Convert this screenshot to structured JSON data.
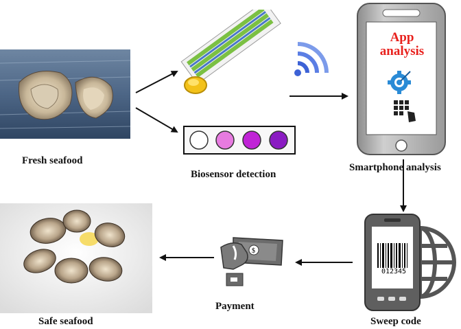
{
  "labels": {
    "fresh_seafood": "Fresh seafood",
    "biosensor_detection": "Biosensor detection",
    "smartphone_analysis": "Smartphone  analysis",
    "safe_seafood": "Safe seafood",
    "payment": "Payment",
    "sweep_code": "Sweep code"
  },
  "phone_screen": {
    "app_line1": "App",
    "app_line2": "analysis"
  },
  "barcode_number": "012345",
  "colors": {
    "app_text": "#e8211d",
    "strip_green": "#7bc043",
    "strip_blue": "#4a78c8",
    "wifi_blue": "#3d62d6",
    "phone_body": "#b9b9b9",
    "screen": "#ffffff",
    "well_1": "#ffffff",
    "well_2": "#e77be0",
    "well_3": "#c023d6",
    "well_4": "#8a1bc2"
  }
}
